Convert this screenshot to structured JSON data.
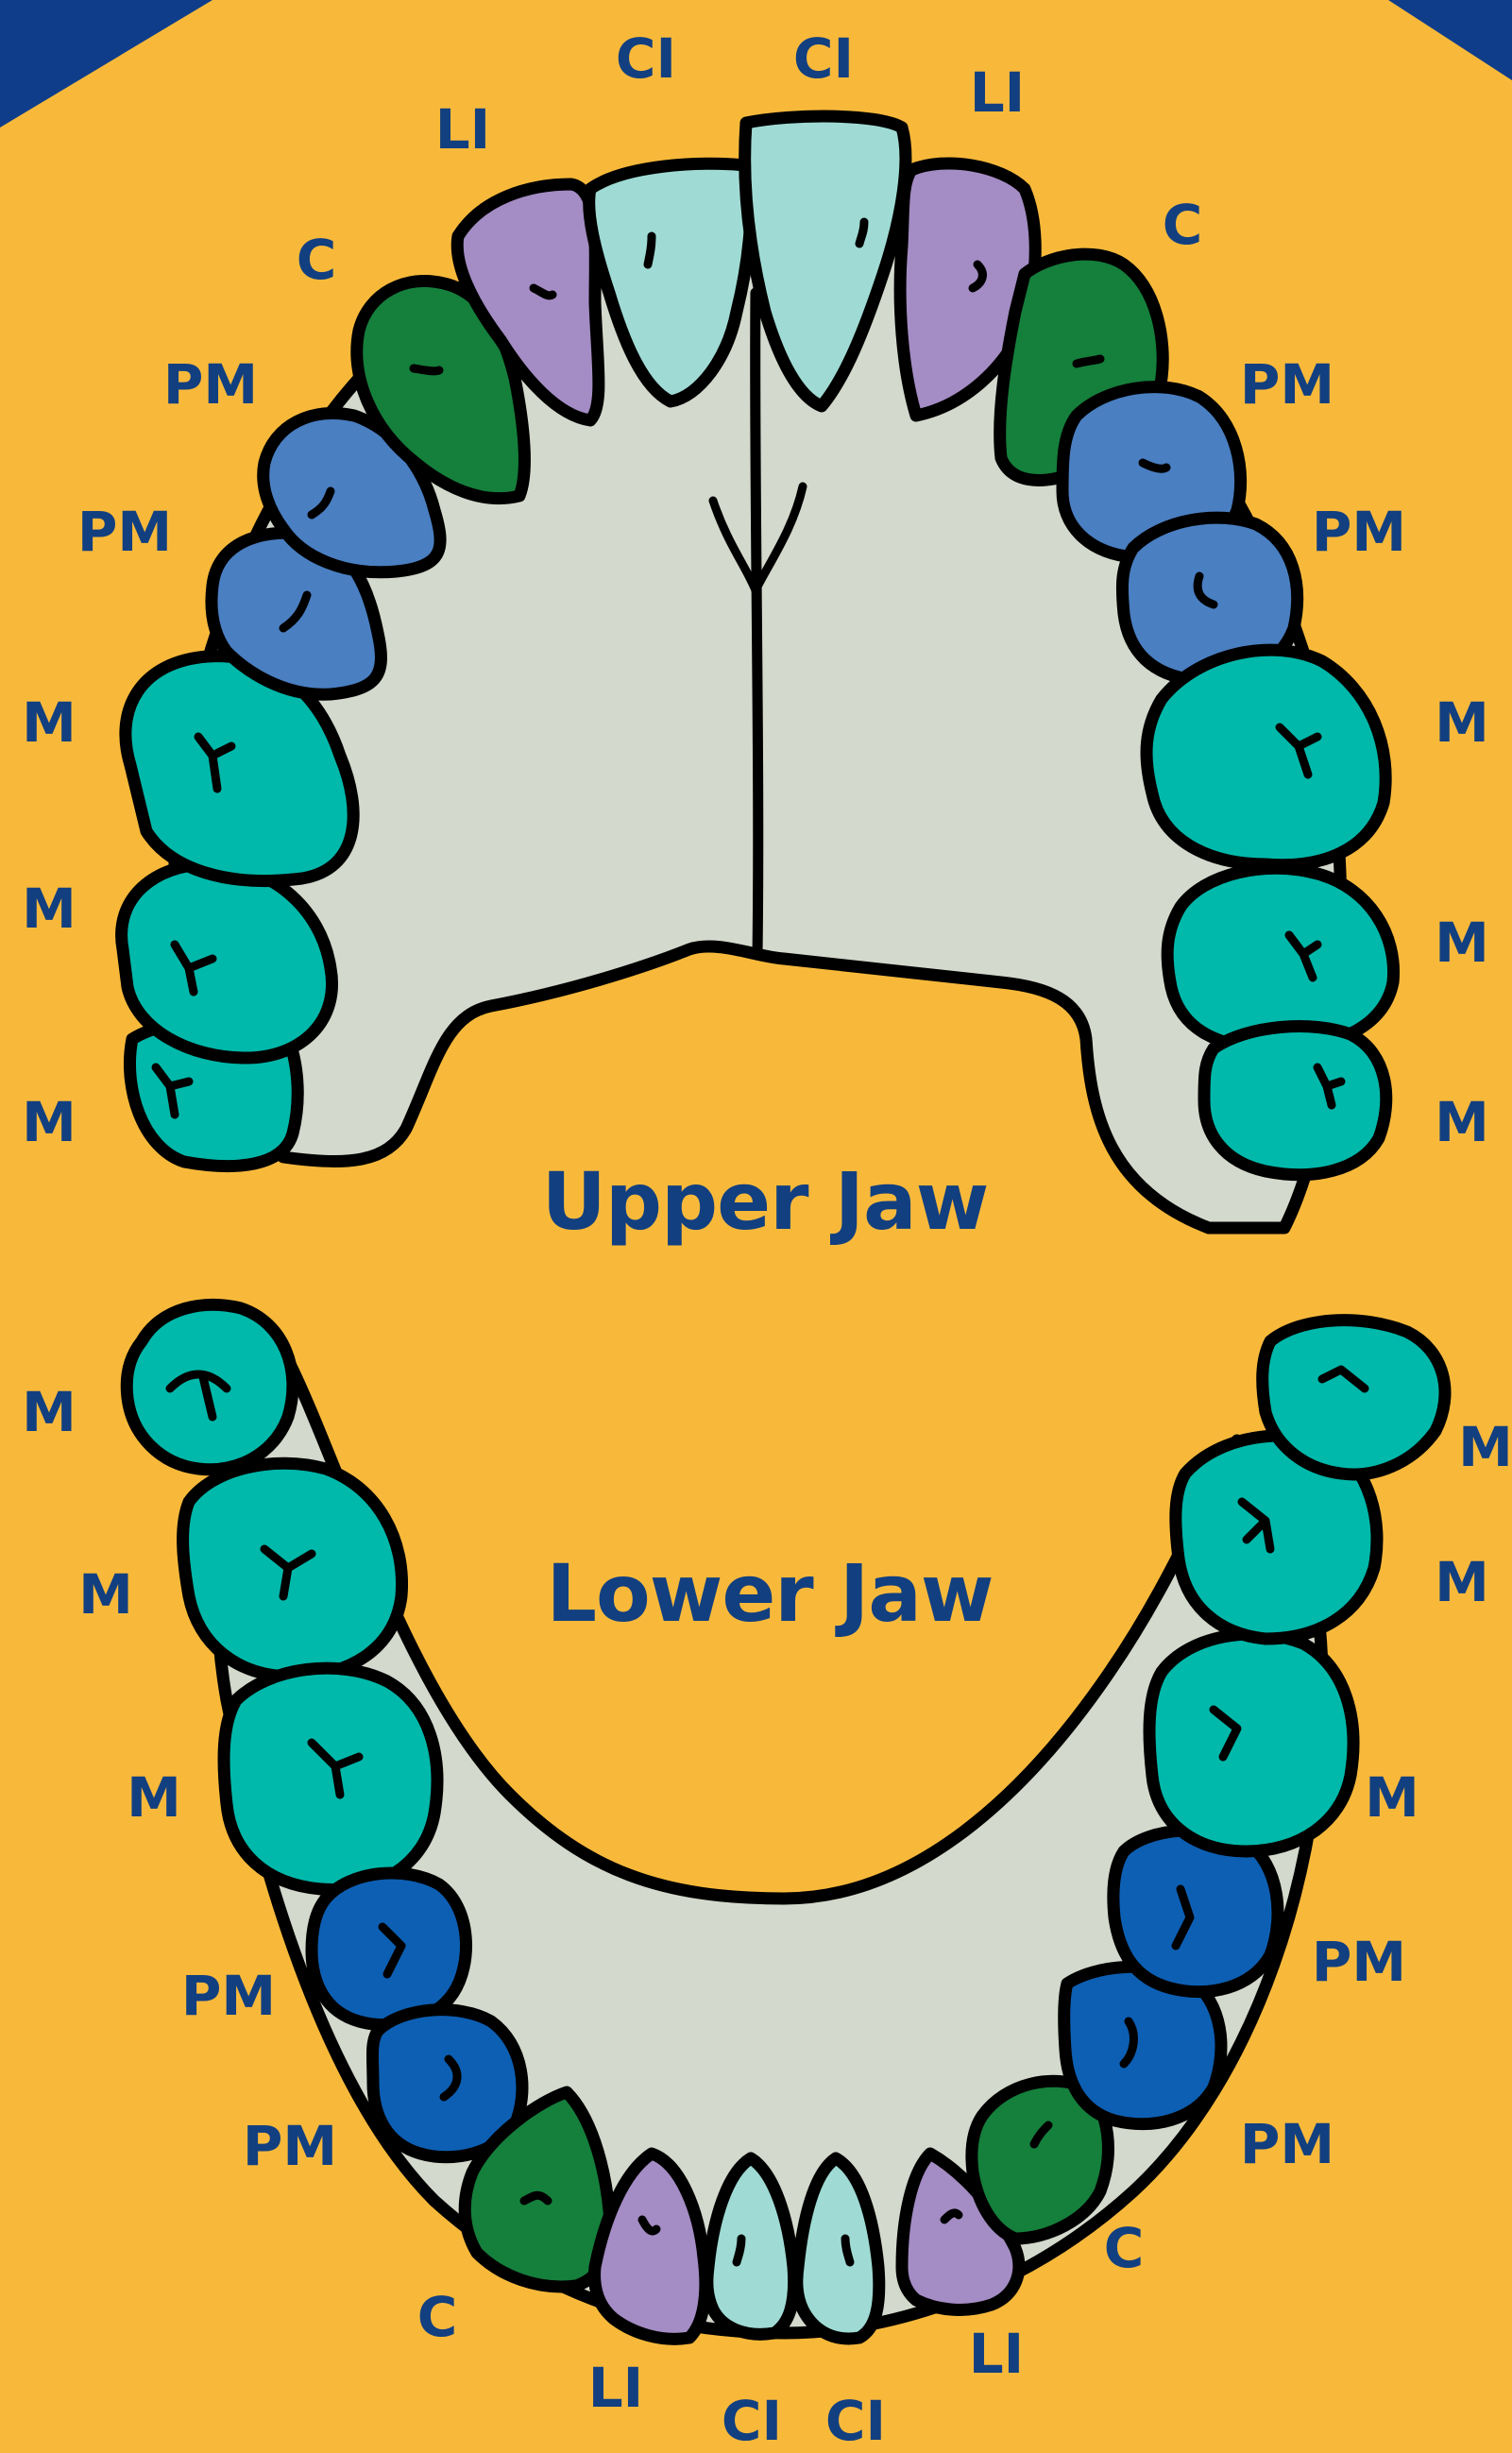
{
  "colors": {
    "background": "#f8b93b",
    "corner": "#0f3d8a",
    "label_text": "#123f80",
    "gum": "#d3d9cc",
    "outline": "#000000",
    "central_incisor": "#9fdbd4",
    "lateral_incisor": "#a48cc4",
    "canine": "#157f3c",
    "upper_premolar": "#4a7fc2",
    "lower_premolar": "#0d5fb3",
    "molar": "#00b9ab"
  },
  "upper_jaw": {
    "title": "Upper Jaw",
    "labels": {
      "ci_left": "CI",
      "ci_right": "CI",
      "li_left": "LI",
      "li_right": "LI",
      "c_left": "C",
      "c_right": "C",
      "pm1_left": "PM",
      "pm2_left": "PM",
      "pm1_right": "PM",
      "pm2_right": "PM",
      "m1_left": "M",
      "m2_left": "M",
      "m3_left": "M",
      "m1_right": "M",
      "m2_right": "M",
      "m3_right": "M"
    }
  },
  "lower_jaw": {
    "title": "Lower Jaw",
    "labels": {
      "m1_left": "M",
      "m2_left": "M",
      "m3_left": "M",
      "m1_right": "M",
      "m2_right": "M",
      "m3_right": "M",
      "pm1_left": "PM",
      "pm2_left": "PM",
      "pm1_right": "PM",
      "pm2_right": "PM",
      "c_left": "C",
      "c_right": "C",
      "li_left": "LI",
      "li_right": "LI",
      "ci_left": "CI",
      "ci_right": "CI"
    }
  }
}
